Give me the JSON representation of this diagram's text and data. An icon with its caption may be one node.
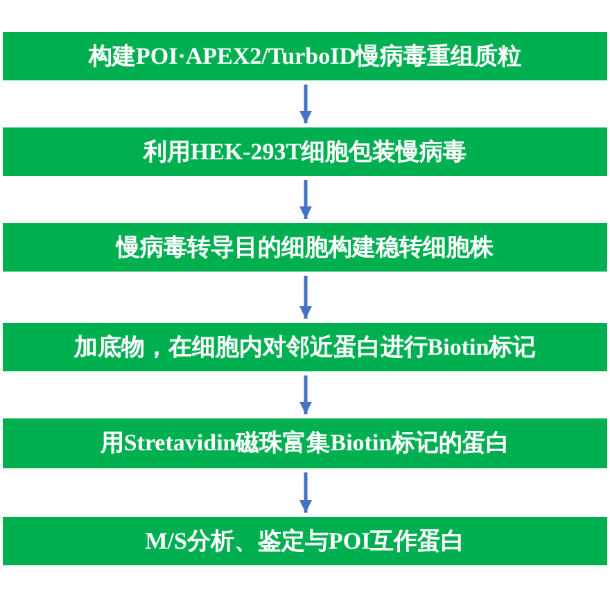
{
  "diagram": {
    "nodes": [
      {
        "text": [
          "构建POI·APEX2/TurboID慢病毒重组质粒"
        ]
      },
      {
        "text": [
          "利用HEK-293T细胞包装慢病毒"
        ]
      },
      {
        "text": [
          "慢病毒转导目的细胞构建稳转细胞株"
        ]
      },
      {
        "text": [
          "加底物，在细胞内对邻近蛋白进行Biotin标记"
        ]
      },
      {
        "text": [
          "用Stretavidin磁珠富集Biotin标记的蛋白"
        ]
      },
      {
        "text": [
          "M/S分析、鉴定与POI互作蛋白"
        ]
      }
    ],
    "edges": [
      {
        "from": 0,
        "to": 1,
        "arrow": "to"
      },
      {
        "from": 1,
        "to": 2,
        "arrow": "to"
      },
      {
        "from": 2,
        "to": 3,
        "arrow": "to"
      },
      {
        "from": 3,
        "to": 4,
        "arrow": "to"
      },
      {
        "from": 4,
        "to": 5,
        "arrow": "to"
      }
    ]
  }
}
